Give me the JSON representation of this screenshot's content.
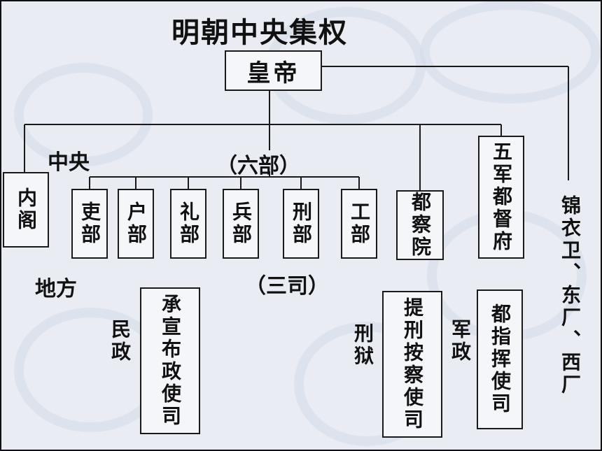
{
  "title": "明朝中央集权",
  "emperor": "皇帝",
  "labels": {
    "central": "中央",
    "six_ministries": "（六部）",
    "local": "地方",
    "three_offices": "（三司）",
    "civil": "民政",
    "justice": "刑狱",
    "military": "军政"
  },
  "central_boxes": {
    "neige": "内阁",
    "libu": "吏部",
    "hubu": "户部",
    "libu_rites": "礼部",
    "bingbu": "兵部",
    "xingbu": "刑部",
    "gongbu": "工部",
    "duchayuan": "都察院",
    "wujun": "五军都督府"
  },
  "secret_police": "锦衣卫、东厂、西厂",
  "local_boxes": {
    "chengxuan": "承宣布政使司",
    "tixing": "提刑按察使司",
    "duzhihui": "都指挥使司"
  },
  "colors": {
    "background": "#e9edf3",
    "line": "#1a1a1a"
  }
}
